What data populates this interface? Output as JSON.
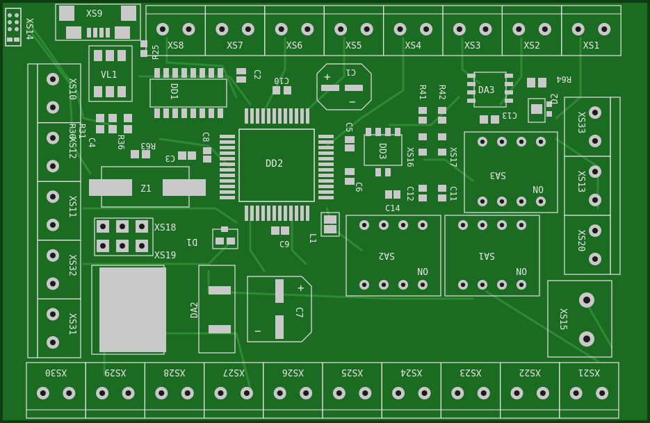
{
  "colors": {
    "board": "#1c6b22",
    "board_edge": "#0d3d10",
    "trace": "#2e8a33",
    "silk": "#e6e6e6",
    "pad": "#c9c9c9",
    "pad_hole": "#1b1b1b",
    "ic_body": "#161616"
  },
  "top_connectors": [
    "XS8",
    "XS7",
    "XS6",
    "XS5",
    "XS4",
    "XS3",
    "XS2",
    "XS1"
  ],
  "bottom_connectors": [
    "XS30",
    "XS29",
    "XS28",
    "XS27",
    "XS26",
    "XS25",
    "XS24",
    "XS23",
    "XS22",
    "XS21"
  ],
  "left_connectors": [
    "XS10",
    "XS12",
    "XS11",
    "XS32",
    "XS31"
  ],
  "right_connectors": [
    "XS33",
    "XS13",
    "XS20"
  ],
  "labels": {
    "xs9": "XS9",
    "xs14": "XS14",
    "xs15": "XS15",
    "xs16": "XS16",
    "xs17": "XS17",
    "xs18": "XS18",
    "xs19": "XS19",
    "vl1": "VL1",
    "dd1": "DD1",
    "dd2": "DD2",
    "dd3": "DD3",
    "da2": "DA2",
    "da3": "DA3",
    "z1": "Z1",
    "d1": "D1",
    "d2": "D2",
    "l1": "L1",
    "c1": "C1",
    "c2": "C2",
    "c3": "C3",
    "c4": "C4",
    "c5": "C5",
    "c6": "C6",
    "c7": "C7",
    "c8": "C8",
    "c9": "C9",
    "c10": "C10",
    "c11": "C11",
    "c12": "C12",
    "c13": "C13",
    "c14": "C14",
    "r25": "R25",
    "r30": "R30",
    "r31": "R31",
    "r36": "R36",
    "r41": "R41",
    "r42": "R42",
    "r63": "R63",
    "r64": "R64",
    "sa1": "SA1",
    "sa2": "SA2",
    "sa3": "SA3",
    "on1": "ON",
    "on2": "ON",
    "on3": "ON",
    "plus_c1": "+",
    "minus_c1": "−",
    "plus_c7": "+",
    "minus_c7": "−"
  }
}
